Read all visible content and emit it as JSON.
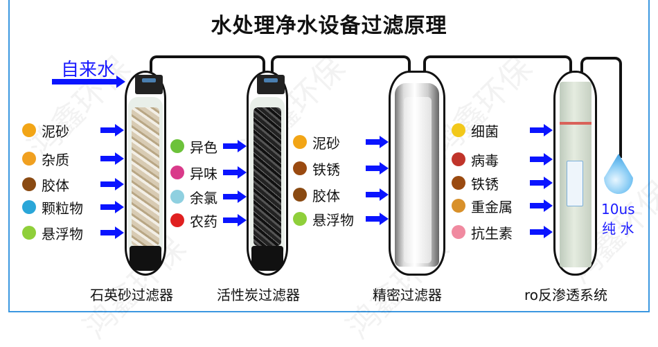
{
  "title": "水处理净水设备过滤原理",
  "inlet_label": "自来水",
  "watermark": "鸿鑫环保",
  "filters": [
    {
      "name": "石英砂过滤器"
    },
    {
      "name": "活性炭过滤器"
    },
    {
      "name": "精密过滤器"
    },
    {
      "name": "ro反渗透系统"
    }
  ],
  "groups": [
    {
      "items": [
        {
          "label": "泥砂",
          "icon": "sand-icon",
          "color": "#f2a516"
        },
        {
          "label": "杂质",
          "icon": "impurity-icon",
          "color": "#f0a020"
        },
        {
          "label": "胶体",
          "icon": "colloid-icon",
          "color": "#8a4a12"
        },
        {
          "label": "颗粒物",
          "icon": "particle-icon",
          "color": "#2aa6d8"
        },
        {
          "label": "悬浮物",
          "icon": "suspended-matter-icon",
          "color": "#8fcf3a"
        }
      ]
    },
    {
      "items": [
        {
          "label": "异色",
          "icon": "color-icon",
          "color": "#6cc23a"
        },
        {
          "label": "异味",
          "icon": "odor-icon",
          "color": "#d93a8a"
        },
        {
          "label": "余氯",
          "icon": "chlorine-icon",
          "color": "#8fd0e0"
        },
        {
          "label": "农药",
          "icon": "pesticide-icon",
          "color": "#e02020"
        }
      ]
    },
    {
      "items": [
        {
          "label": "泥砂",
          "icon": "sand-icon",
          "color": "#f2a516"
        },
        {
          "label": "铁锈",
          "icon": "rust-icon",
          "color": "#9a4a10"
        },
        {
          "label": "胶体",
          "icon": "colloid-icon",
          "color": "#8a4a12"
        },
        {
          "label": "悬浮物",
          "icon": "suspended-matter-icon",
          "color": "#8fcf3a"
        }
      ]
    },
    {
      "items": [
        {
          "label": "细菌",
          "icon": "bacteria-icon",
          "color": "#f2c81a"
        },
        {
          "label": "病毒",
          "icon": "virus-icon",
          "color": "#c0342a"
        },
        {
          "label": "铁锈",
          "icon": "rust-icon",
          "color": "#9a4a10"
        },
        {
          "label": "重金属",
          "icon": "heavy-metal-icon",
          "color": "#d8902a"
        },
        {
          "label": "抗生素",
          "icon": "antibiotic-icon",
          "color": "#f08aa0"
        }
      ]
    }
  ],
  "output": {
    "value": "10us",
    "label": "纯 水"
  },
  "colors": {
    "arrow": "#0a14ff",
    "accent": "#1a1aff",
    "border": "#3a97e0"
  }
}
